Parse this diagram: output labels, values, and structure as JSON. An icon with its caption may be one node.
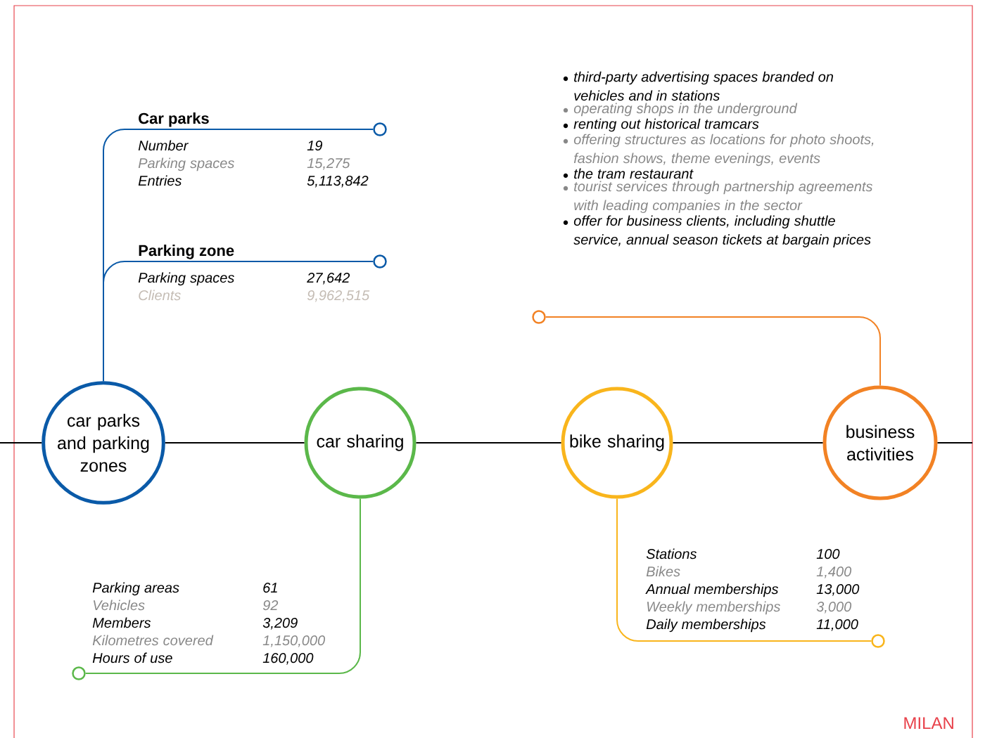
{
  "diagram": {
    "nodes": [
      {
        "text": [
          "car parks and parking zones"
        ]
      },
      {
        "text": [
          "car sharing"
        ]
      },
      {
        "text": [
          "bike sharing"
        ]
      },
      {
        "text": [
          "business activities"
        ]
      },
      {
        "text": [],
        "shape": "circle"
      },
      {
        "text": [],
        "shape": "circle"
      },
      {
        "text": [],
        "shape": "circle"
      },
      {
        "text": [],
        "shape": "circle"
      },
      {
        "text": [],
        "shape": "circle"
      }
    ],
    "edges": [
      {
        "from": 0,
        "to": 4,
        "arrow": "none",
        "color": "#0a5aa8"
      },
      {
        "from": 0,
        "to": 5,
        "arrow": "none",
        "color": "#0a5aa8"
      },
      {
        "from": 1,
        "to": 6,
        "arrow": "none",
        "color": "#5bb84a"
      },
      {
        "from": 2,
        "to": 7,
        "arrow": "none",
        "color": "#f9b51c"
      },
      {
        "from": 3,
        "to": 8,
        "arrow": "none",
        "color": "#f28224"
      },
      {
        "from": null,
        "to": 0,
        "arrow": "none"
      },
      {
        "from": 0,
        "to": 1,
        "arrow": "none"
      },
      {
        "from": 1,
        "to": 2,
        "arrow": "none"
      },
      {
        "from": 2,
        "to": 3,
        "arrow": "none"
      },
      {
        "from": 3,
        "to": null,
        "arrow": "none"
      }
    ],
    "labels": [
      "third-party advertising spaces branded on vehicles and in stations",
      "operating shops in the underground",
      "renting out historical tramcars",
      "offering structures as locations for photo shoots, fashion shows, theme evenings, events",
      "the tram restaurant",
      "tourist services through partnership agreements with leading companies in the sector",
      "offer for business clients, including shuttle service, annual season tickets at bargain prices",
      "Car parks",
      "Number",
      "19",
      "Parking spaces",
      "15,275",
      "Entries",
      "5,113,842",
      "Parking zone",
      "Parking spaces",
      "27,642",
      "Clients",
      "9,962,515",
      "Parking areas",
      "61",
      "Vehicles",
      "92",
      "Members",
      "3,209",
      "Kilometres covered",
      "1,150,000",
      "Hours of use",
      "160,000",
      "Stations",
      "100",
      "Bikes",
      "1,400",
      "Annual memberships",
      "13,000",
      "Weekly memberships",
      "3,000",
      "Daily memberships",
      "11,000",
      "MILAN"
    ]
  }
}
